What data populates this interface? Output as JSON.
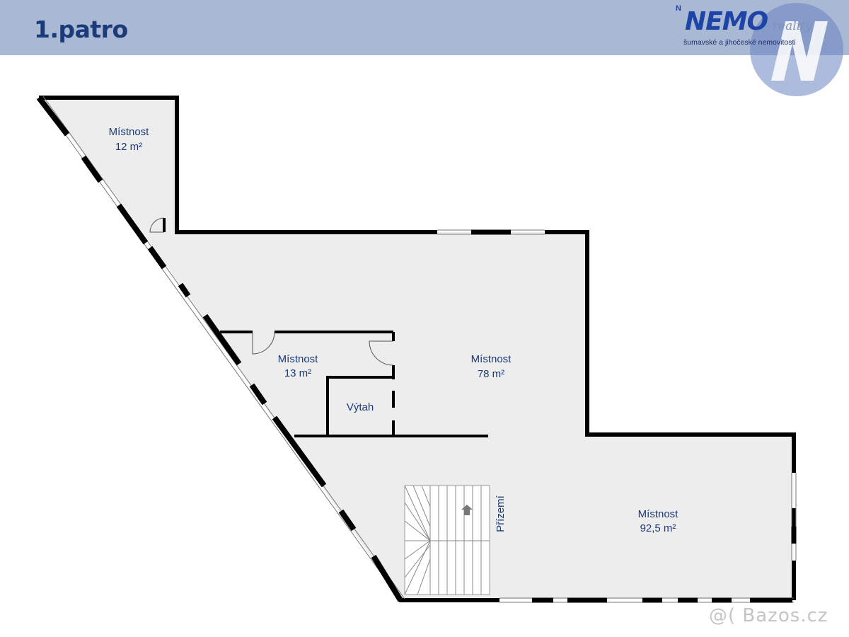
{
  "header": {
    "floor_title": "1.patro",
    "logo": {
      "mark": "N",
      "name": "NEMO",
      "subname": "reality",
      "tagline": "šumavské a jihočeské nemovitosti",
      "icon": "nemo-n-circle-logo"
    }
  },
  "rooms": [
    {
      "id": "room-12",
      "name": "Místnost",
      "area": "12 m²"
    },
    {
      "id": "room-78",
      "name": "Místnost",
      "area": "78 m²"
    },
    {
      "id": "room-13",
      "name": "Místnost",
      "area": "13 m²"
    },
    {
      "id": "elevator",
      "name": "Výtah"
    },
    {
      "id": "room-92",
      "name": "Místnost",
      "area": "92,5 m²"
    }
  ],
  "stairs": {
    "label": "Přízemí",
    "icon": "arrow-down-icon"
  },
  "watermark": "@( Bazos.cz",
  "colors": {
    "header_bg": "#a9b9d4",
    "title": "#1b3a7a",
    "room_fill": "#ededed",
    "wall": "#000000",
    "label": "#1a3a78"
  }
}
